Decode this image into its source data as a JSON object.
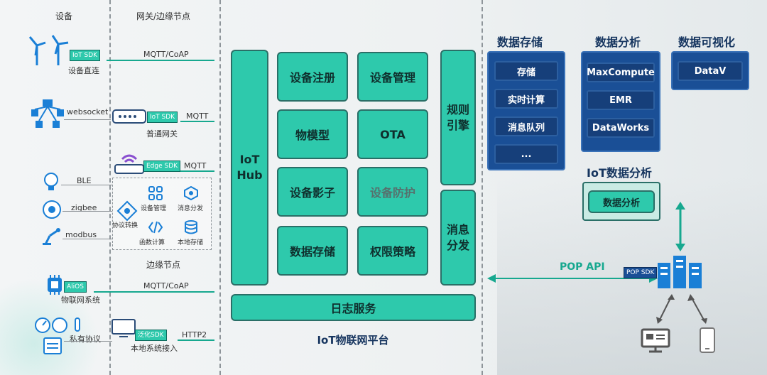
{
  "columns": {
    "devices": "设备",
    "gateway": "网关/边缘节点"
  },
  "left_rows": [
    {
      "device": "设备直连",
      "sdk": "IoT SDK",
      "protocol": "MQTT/CoAP"
    },
    {
      "device": "websocket",
      "gateway": "普通网关",
      "sdk": "IoT SDK",
      "protocol": "MQTT"
    },
    {
      "sdk": "Edge SDK",
      "protocol": "MQTT"
    },
    {
      "device": "BLE"
    },
    {
      "device": "zigbee"
    },
    {
      "device": "modbus"
    },
    {
      "device": "物联网系统",
      "sdk": "AliOS",
      "protocol": "MQTT/CoAP"
    },
    {
      "device": "私有协议",
      "gateway": "本地系统接入",
      "sdk": "泛化SDK",
      "protocol": "HTTP2"
    }
  ],
  "edge_box": {
    "items": [
      "设备管理",
      "消息分发",
      "协议转换",
      "函数计算",
      "本地存储"
    ],
    "caption": "边缘节点"
  },
  "platform": {
    "hub": "IoT\nHub",
    "tiles": [
      "设备注册",
      "设备管理",
      "物模型",
      "OTA",
      "设备影子",
      "设备防护",
      "数据存储",
      "权限策略"
    ],
    "rule_engine": "规则\n引擎",
    "message_dispatch": "消息\n分发",
    "log": "日志服务",
    "caption": "IoT物联网平台"
  },
  "storage": {
    "title": "数据存储",
    "items": [
      "存储",
      "实时计算",
      "消息队列",
      "..."
    ]
  },
  "analysis": {
    "title": "数据分析",
    "items": [
      "MaxCompute",
      "EMR",
      "DataWorks"
    ]
  },
  "visual": {
    "title": "数据可视化",
    "items": [
      "DataV"
    ]
  },
  "iot_analysis": {
    "title": "IoT数据分析",
    "item": "数据分析"
  },
  "api": {
    "label": "POP API",
    "sdk": "POP SDK"
  },
  "colors": {
    "teal": "#2ec9ac",
    "navy": "#1a4f96",
    "line": "#17a88f"
  }
}
